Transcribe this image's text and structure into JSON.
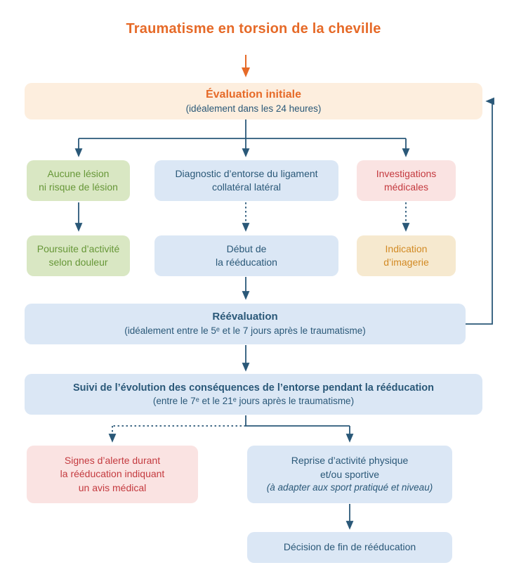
{
  "title": "Traumatisme en torsion de la cheville",
  "colors": {
    "title_orange": "#e66a28",
    "arrow_blue": "#2a5878",
    "peach_bg": "#fdeede",
    "blue_bg": "#dbe7f5",
    "green_bg": "#d9e7c3",
    "pink_bg": "#fae3e2",
    "tan_bg": "#f6e9cf",
    "green_text": "#679738",
    "red_text": "#c43a3f",
    "gold_text": "#d28a24",
    "blue_text": "#2a5878"
  },
  "nodes": {
    "evaluation": {
      "title": "Évaluation initiale",
      "subtitle": "(idéalement dans les 24 heures)"
    },
    "no_lesion": {
      "line1": "Aucune lésion",
      "line2": "ni risque de lésion"
    },
    "diagnostic": {
      "line1": "Diagnostic d’entorse du ligament",
      "line2": "collatéral latéral"
    },
    "investigations": {
      "line1": "Investigations",
      "line2": "médicales"
    },
    "poursuite": {
      "line1": "Poursuite d’activité",
      "line2": "selon douleur"
    },
    "debut": {
      "line1": "Début de",
      "line2": "la rééducation"
    },
    "imagerie": {
      "line1": "Indication",
      "line2": "d’imagerie"
    },
    "reevaluation": {
      "title": "Réévaluation",
      "subtitle": "(idéalement entre le 5ᵉ et le 7 jours après le traumatisme)"
    },
    "suivi": {
      "title": "Suivi de l’évolution des conséquences de l’entorse pendant la rééducation",
      "subtitle": "(entre le 7ᵉ et le 21ᵉ jours après le traumatisme)"
    },
    "alerte": {
      "line1": "Signes d’alerte durant",
      "line2": "la rééducation indiquant",
      "line3": "un avis médical"
    },
    "reprise": {
      "line1": "Reprise d’activité physique",
      "line2": "et/ou sportive",
      "line3": "(à adapter aux sport pratiqué et niveau)"
    },
    "decision": {
      "text": "Décision de fin de rééducation"
    }
  }
}
